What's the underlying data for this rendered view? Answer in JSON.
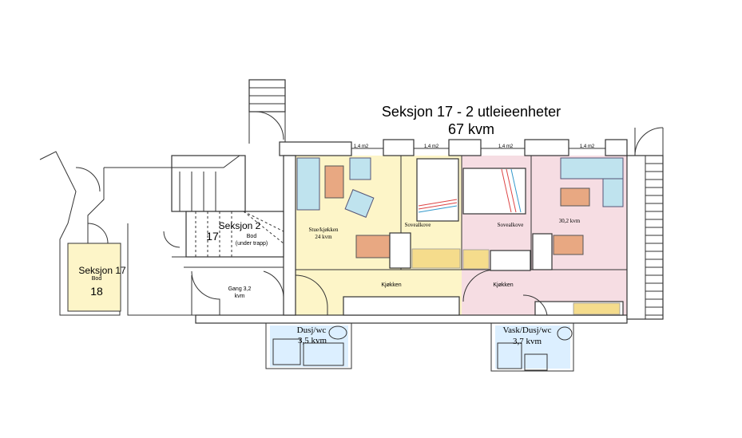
{
  "title": {
    "line1": "Seksjon 17 - 2 utleieenheter",
    "line2": "67 kvm"
  },
  "windows": [
    "1,4 m2",
    "1,4 m2",
    "1,4 m2",
    "1,4 m2"
  ],
  "rooms": {
    "stue": {
      "name": "Stue/kjøkken",
      "area": "24 kvm"
    },
    "sovealkove1": {
      "name": "Sovealkove"
    },
    "sovealkove2": {
      "name": "Sovealkove"
    },
    "unit2_area": "30,2 kvm",
    "kjokken1": "Kjøkken",
    "kjokken2": "Kjøkken",
    "bad1": {
      "name": "Dusj/wc",
      "area": "3,5 kvm"
    },
    "bad2": {
      "name": "Vask/Dusj/wc",
      "area": "3,7 kvm"
    },
    "gang": {
      "name": "Gang 3,2",
      "area": "kvm"
    }
  },
  "seksjon2": {
    "label": "Seksjon 2",
    "number": "17",
    "bod": "Bod",
    "bod_note": "(under trapp)"
  },
  "seksjon17_bod": {
    "label": "Seksjon 17",
    "bod": "Bod",
    "number": "18"
  },
  "colors": {
    "unit1": "#fdf5c8",
    "unit2": "#f6dde3",
    "bathroom": "#dcefff",
    "sofa": "#bfe3ee",
    "table": "#e8a882"
  }
}
